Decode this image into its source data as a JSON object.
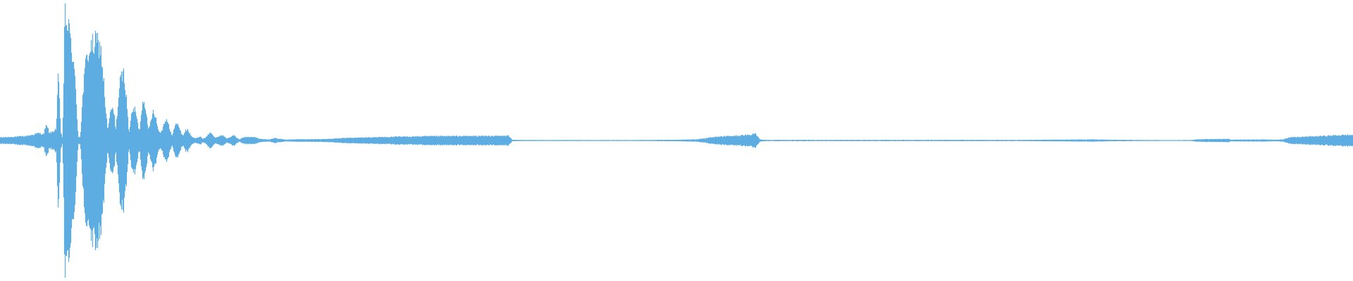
{
  "waveform": {
    "color": "#5dade2",
    "background": "#ffffff",
    "envelope": [
      [
        0,
        0.025
      ],
      [
        20,
        0.03
      ],
      [
        35,
        0.035
      ],
      [
        45,
        0.045
      ],
      [
        55,
        0.06
      ],
      [
        62,
        0.05
      ],
      [
        65,
        0.12
      ],
      [
        68,
        0.1
      ],
      [
        70,
        0.06
      ],
      [
        75,
        0.07
      ],
      [
        80,
        0.1
      ],
      [
        83,
        0.56
      ],
      [
        86,
        0.08
      ],
      [
        89,
        0.02
      ],
      [
        92,
        0.99
      ],
      [
        95,
        0.99
      ],
      [
        98,
        0.88
      ],
      [
        101,
        0.8
      ],
      [
        105,
        0.6
      ],
      [
        108,
        0.35
      ],
      [
        111,
        0.03
      ],
      [
        114,
        0.03
      ],
      [
        118,
        0.4
      ],
      [
        122,
        0.64
      ],
      [
        126,
        0.73
      ],
      [
        130,
        0.76
      ],
      [
        133,
        0.78
      ],
      [
        137,
        0.8
      ],
      [
        141,
        0.78
      ],
      [
        144,
        0.7
      ],
      [
        147,
        0.5
      ],
      [
        150,
        0.25
      ],
      [
        153,
        0.08
      ],
      [
        156,
        0.2
      ],
      [
        159,
        0.27
      ],
      [
        162,
        0.22
      ],
      [
        164,
        0.08
      ],
      [
        167,
        0.25
      ],
      [
        170,
        0.45
      ],
      [
        174,
        0.55
      ],
      [
        177,
        0.52
      ],
      [
        180,
        0.3
      ],
      [
        183,
        0.06
      ],
      [
        186,
        0.18
      ],
      [
        189,
        0.26
      ],
      [
        192,
        0.25
      ],
      [
        195,
        0.15
      ],
      [
        198,
        0.07
      ],
      [
        201,
        0.26
      ],
      [
        204,
        0.34
      ],
      [
        207,
        0.28
      ],
      [
        210,
        0.08
      ],
      [
        213,
        0.13
      ],
      [
        217,
        0.25
      ],
      [
        220,
        0.22
      ],
      [
        224,
        0.1
      ],
      [
        227,
        0.06
      ],
      [
        231,
        0.1
      ],
      [
        235,
        0.18
      ],
      [
        238,
        0.16
      ],
      [
        241,
        0.08
      ],
      [
        244,
        0.04
      ],
      [
        248,
        0.11
      ],
      [
        251,
        0.14
      ],
      [
        254,
        0.12
      ],
      [
        257,
        0.06
      ],
      [
        260,
        0.04
      ],
      [
        263,
        0.08
      ],
      [
        266,
        0.09
      ],
      [
        269,
        0.06
      ],
      [
        272,
        0.03
      ],
      [
        276,
        0.02
      ],
      [
        281,
        0.025
      ],
      [
        285,
        0.03
      ],
      [
        287,
        0.015
      ],
      [
        291,
        0.02
      ],
      [
        295,
        0.045
      ],
      [
        299,
        0.065
      ],
      [
        302,
        0.045
      ],
      [
        306,
        0.02
      ],
      [
        310,
        0.03
      ],
      [
        314,
        0.045
      ],
      [
        318,
        0.035
      ],
      [
        322,
        0.015
      ],
      [
        327,
        0.028
      ],
      [
        330,
        0.042
      ],
      [
        333,
        0.04
      ],
      [
        336,
        0.02
      ],
      [
        340,
        0.008
      ],
      [
        345,
        0.025
      ],
      [
        352,
        0.03
      ],
      [
        360,
        0.03
      ],
      [
        368,
        0.015
      ],
      [
        375,
        0.01
      ],
      [
        384,
        0.01
      ],
      [
        390,
        0.02
      ],
      [
        395,
        0.015
      ],
      [
        405,
        0.008
      ],
      [
        420,
        0.01
      ],
      [
        440,
        0.01
      ],
      [
        460,
        0.012
      ],
      [
        470,
        0.014
      ],
      [
        490,
        0.02
      ],
      [
        520,
        0.025
      ],
      [
        560,
        0.03
      ],
      [
        600,
        0.034
      ],
      [
        650,
        0.036
      ],
      [
        700,
        0.037
      ],
      [
        720,
        0.037
      ],
      [
        721,
        0.045
      ],
      [
        724,
        0.025
      ],
      [
        727,
        0.005
      ],
      [
        760,
        0.004
      ],
      [
        800,
        0.004
      ],
      [
        850,
        0.004
      ],
      [
        900,
        0.004
      ],
      [
        960,
        0.006
      ],
      [
        990,
        0.01
      ],
      [
        1010,
        0.025
      ],
      [
        1030,
        0.035
      ],
      [
        1050,
        0.04
      ],
      [
        1066,
        0.045
      ],
      [
        1068,
        0.06
      ],
      [
        1070,
        0.048
      ],
      [
        1072,
        0.06
      ],
      [
        1074,
        0.04
      ],
      [
        1076,
        0.035
      ],
      [
        1078,
        0.01
      ],
      [
        1085,
        0.005
      ],
      [
        1120,
        0.005
      ],
      [
        1180,
        0.005
      ],
      [
        1240,
        0.005
      ],
      [
        1300,
        0.005
      ],
      [
        1350,
        0.005
      ],
      [
        1400,
        0.005
      ],
      [
        1450,
        0.005
      ],
      [
        1500,
        0.007
      ],
      [
        1530,
        0.008
      ],
      [
        1550,
        0.009
      ],
      [
        1580,
        0.006
      ],
      [
        1630,
        0.004
      ],
      [
        1660,
        0.003
      ],
      [
        1690,
        0.004
      ],
      [
        1700,
        0.01
      ],
      [
        1720,
        0.012
      ],
      [
        1740,
        0.012
      ],
      [
        1744,
        0.014
      ],
      [
        1746,
        0.007
      ],
      [
        1770,
        0.008
      ],
      [
        1790,
        0.009
      ],
      [
        1810,
        0.006
      ],
      [
        1820,
        0.009
      ],
      [
        1825,
        0.018
      ],
      [
        1830,
        0.025
      ],
      [
        1850,
        0.03
      ],
      [
        1870,
        0.035
      ],
      [
        1890,
        0.04
      ],
      [
        1910,
        0.045
      ],
      [
        1920,
        0.045
      ]
    ]
  }
}
